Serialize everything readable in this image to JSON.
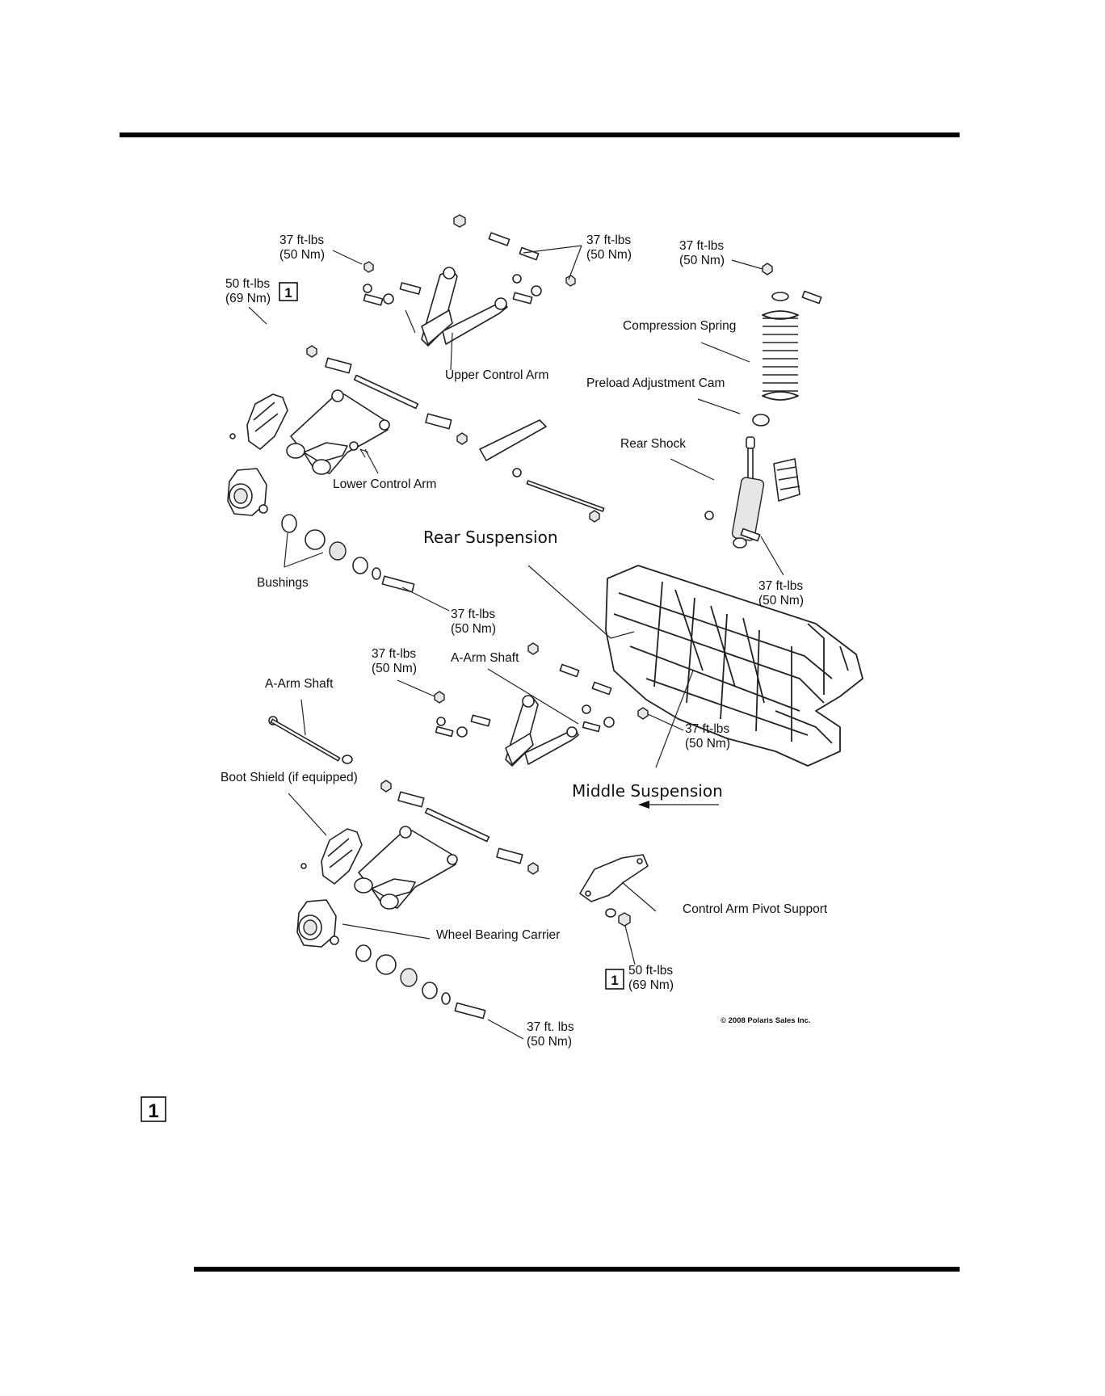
{
  "labels": {
    "upper_torque": [
      "37 ft-lbs",
      "(50 Nm)"
    ],
    "upper_right_torque": [
      "37 ft-lbs",
      "(50 Nm)"
    ],
    "shock_top_torque": [
      "37 ft-lbs",
      "(50 Nm)"
    ],
    "knuckle_nut_torque": [
      "50 ft-lbs",
      "(69 Nm)"
    ],
    "upper_control_arm": "Upper Control Arm",
    "compression_spring": "Compression Spring",
    "preload_adjustment_cam": "Preload Adjustment Cam",
    "rear_shock": "Rear Shock",
    "lower_control_arm": "Lower Control Arm",
    "rear_suspension": "Rear Suspension",
    "bushings": "Bushings",
    "shock_bottom_torque": [
      "37 ft-lbs",
      "(50 Nm)"
    ],
    "bushing_bolt_torque": [
      "37 ft-lbs",
      "(50 Nm)"
    ],
    "middle_nut_torque": [
      "37 ft-lbs",
      "(50 Nm)"
    ],
    "a_arm_shaft_middle": "A-Arm Shaft",
    "a_arm_shaft_left": "A-Arm Shaft",
    "middle_frame_torque": [
      "37 ft-lbs",
      "(50 Nm)"
    ],
    "boot_shield": "Boot Shield (if equipped)",
    "middle_suspension": "Middle Suspension",
    "control_arm_pivot_support": "Control Arm Pivot Support",
    "wheel_bearing_carrier": "Wheel Bearing Carrier",
    "pivot_support_torque": [
      "50 ft-lbs",
      "(69 Nm)"
    ],
    "bottom_torque": [
      "37 ft. lbs",
      "(50 Nm)"
    ],
    "copyright": "© 2008 Polaris Sales Inc."
  },
  "callouts": {
    "note_number": "1"
  }
}
